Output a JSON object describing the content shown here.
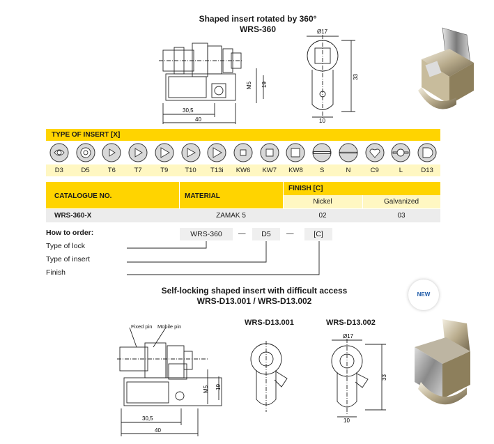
{
  "top_section": {
    "title": "Shaped insert rotated by 360°",
    "model": "WRS-360",
    "dims": {
      "d30_5": "30,5",
      "d40": "40",
      "m5": "M5",
      "d19": "19",
      "d17": "Ø17",
      "d33": "33",
      "d10": "10"
    }
  },
  "type_table": {
    "header": "TYPE OF INSERT [X]",
    "codes": [
      "D3",
      "D5",
      "T6",
      "T7",
      "T9",
      "T10",
      "T13i",
      "KW6",
      "KW7",
      "KW8",
      "S",
      "N",
      "C9",
      "L",
      "D13"
    ],
    "icons": [
      "d3-profile-icon",
      "d5-profile-icon",
      "t6-profile-icon",
      "t7-profile-icon",
      "t9-profile-icon",
      "t10-profile-icon",
      "t13i-profile-icon",
      "kw6-profile-icon",
      "kw7-profile-icon",
      "kw8-profile-icon",
      "s-profile-icon",
      "n-profile-icon",
      "c9-profile-icon",
      "l-profile-icon",
      "d13-profile-icon"
    ]
  },
  "catalogue_table": {
    "col_catalogue": "CATALOGUE NO.",
    "col_material": "MATERIAL",
    "col_finish": "FINISH [C]",
    "finish_nickel": "Nickel",
    "finish_galvanized": "Galvanized",
    "row_catalogue": "WRS-360-X",
    "row_material": "ZAMAK 5",
    "row_nickel": "02",
    "row_galvanized": "03"
  },
  "how_to_order": {
    "title": "How to order:",
    "lines": [
      "Type of lock",
      "Type of insert",
      "Finish"
    ],
    "code_lock": "WRS-360",
    "code_insert": "D5",
    "code_finish": "[C]",
    "dash": "—"
  },
  "bottom_section": {
    "title": "Self-locking shaped insert with difficult access",
    "models": "WRS-D13.001 / WRS-D13.002",
    "badge": "NEW",
    "fixed_pin": "Fixed pin",
    "mobile_pin": "Mobile pin",
    "label_001": "WRS-D13.001",
    "label_002": "WRS-D13.002",
    "dims": {
      "d30_5": "30,5",
      "d40": "40",
      "m5": "M5",
      "d19": "19",
      "d17": "Ø17",
      "d33": "33",
      "d10": "10"
    }
  },
  "colors": {
    "accent": "#ffd400",
    "accent_light": "#fff7c2",
    "gray": "#ececec"
  }
}
